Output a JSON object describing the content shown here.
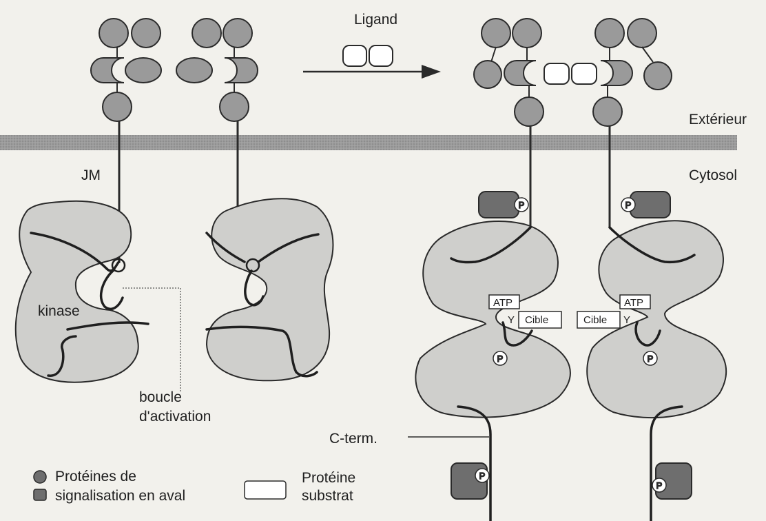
{
  "labels": {
    "ligand": "Ligand",
    "exterieur": "Extérieur",
    "cytosol": "Cytosol",
    "jm": "JM",
    "kinase": "kinase",
    "boucle_line1": "boucle",
    "boucle_line2": "d'activation",
    "cterm": "C-term.",
    "atp": "ATP",
    "tyrosine": "Y",
    "cible": "Cible",
    "phospho": "P"
  },
  "legend": {
    "signal_line1": "Protéines de",
    "signal_line2": "signalisation en aval",
    "substrat_line1": "Protéine",
    "substrat_line2": "substrat"
  },
  "colors": {
    "background": "#f2f1ec",
    "membrane": "#8f8f8f",
    "domain_fill": "#9a9a9a",
    "kinase_fill": "#cfcfcc",
    "signal_protein_fill": "#6e6e6e",
    "outline": "#2a2a2a"
  }
}
